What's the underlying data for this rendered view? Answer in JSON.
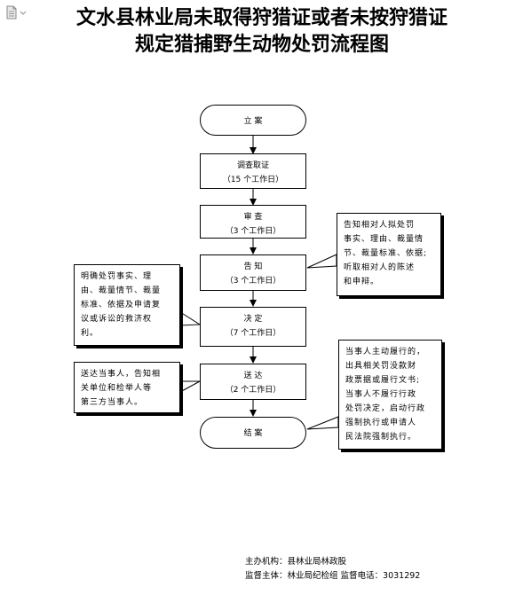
{
  "title": {
    "line1": "文水县林业局未取得狩猎证或者未按狩猎证",
    "line2": "规定猎捕野生动物处罚流程图"
  },
  "steps": {
    "start": {
      "label": "立 案"
    },
    "investigate": {
      "label": "调查取证",
      "days": "（15 个工作日）"
    },
    "review": {
      "label": "审 查",
      "days": "（3 个工作日）"
    },
    "inform": {
      "label": "告 知",
      "days": "（3 个工作日）"
    },
    "decide": {
      "label": "决 定",
      "days": "（7 个工作日）"
    },
    "deliver": {
      "label": "送 达",
      "days": "（2 个工作日）"
    },
    "close": {
      "label": "结 案"
    }
  },
  "notes": {
    "inform_notice": {
      "line1": "告知相对人拟处罚",
      "line2": "事实、理由、裁量情",
      "line3": "节、裁量标准、依据;",
      "line4": "听取相对人的陈述",
      "line5": "和申辩。"
    },
    "decision_notice": {
      "line1": "明确处罚事实、理",
      "line2": "由、裁量情节、裁量",
      "line3": "标准、依据及申请复",
      "line4": "议或诉讼的救济权",
      "line5": "利。"
    },
    "delivery_notice": {
      "line1": "送达当事人，告知相",
      "line2": "关单位和检举人等",
      "line3": "第三方当事人。"
    },
    "execution_notice": {
      "line1": "当事人主动履行的，",
      "line2": "出具相关罚没款财",
      "line3": "政票据或履行文书;",
      "line4": "当事人不履行行政",
      "line5": "处罚决定，启动行政",
      "line6": "强制执行或申请人",
      "line7": "民法院强制执行。"
    }
  },
  "footer": {
    "organizer": "主办机构：县林业局林政股",
    "supervision": "监督主体：林业局纪检组  监督电话：3031292"
  },
  "icons": {
    "document": "document-icon",
    "dropdown": "chevron-down-icon"
  }
}
